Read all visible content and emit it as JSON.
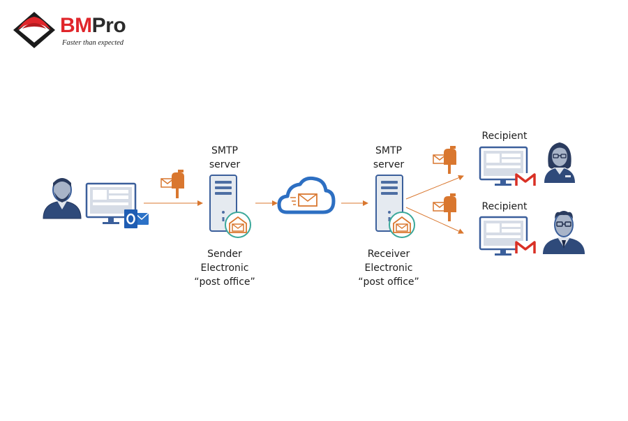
{
  "brand": {
    "logo_part1": "BM",
    "logo_part2": "Pro",
    "tagline": "Faster than expected",
    "colors": {
      "red": "#e0262b",
      "dark": "#2b2b2b"
    }
  },
  "labels": {
    "sender_server_title": [
      "SMTP",
      "server"
    ],
    "sender_server_caption": [
      "Sender",
      "Electronic",
      "“post office”"
    ],
    "receiver_server_title": [
      "SMTP",
      "server"
    ],
    "receiver_server_caption": [
      "Receiver",
      "Electronic",
      "“post office”"
    ],
    "recipient_1": "Recipient",
    "recipient_2": "Recipient"
  },
  "icons": {
    "sender": "person-icon",
    "client": "outlook-icon",
    "mailbox": "mailbox-icon",
    "server": "server-icon",
    "post_office": "post-office-icon",
    "cloud": "cloud-mail-icon",
    "gmail": "gmail-icon"
  },
  "colors": {
    "accent_orange": "#d9772f",
    "blue_outline": "#3b5f9b",
    "teal": "#3aa89a",
    "monitor_gray": "#c9d0da",
    "server_fill": "#e5eaf0"
  }
}
